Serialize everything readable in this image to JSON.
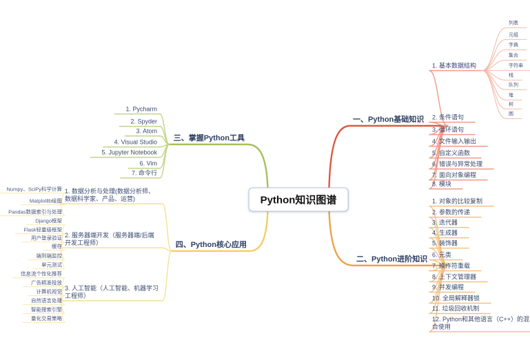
{
  "center": {
    "label": "Python知识图谱"
  },
  "colors": {
    "center_border": "#b6c2d9",
    "text": "#3a4a6c"
  },
  "branches": [
    {
      "id": "b1",
      "label": "一、Python基础知识",
      "color": "#db5a41",
      "mid": "#ee9a86",
      "light": "#f5bcab",
      "children": [
        {
          "label": "1. 基本数据结构",
          "leaves": [
            "列表",
            "元组",
            "字典",
            "集合",
            "字符串",
            "栈",
            "队列",
            "堆",
            "树",
            "图"
          ]
        },
        {
          "label": "2. 条件语句"
        },
        {
          "label": "3. 循环语句"
        },
        {
          "label": "4. 文件输入输出"
        },
        {
          "label": "5. 自定义函数"
        },
        {
          "label": "6. 错误与异常处理"
        },
        {
          "label": "7. 面向对象编程"
        },
        {
          "label": "8. 模块"
        }
      ]
    },
    {
      "id": "b2",
      "label": "二、Python进阶知识",
      "color": "#eca24d",
      "mid": "#f4c184",
      "light": "#f8d9ae",
      "children": [
        {
          "label": "1. 对象的比较复制"
        },
        {
          "label": "2. 参数的传递"
        },
        {
          "label": "3. 迭代器"
        },
        {
          "label": "4. 生成器"
        },
        {
          "label": "5. 装饰器"
        },
        {
          "label": "6. 元类"
        },
        {
          "label": "7. 操作符重载"
        },
        {
          "label": "8. 上下文管理器"
        },
        {
          "label": "9. 并发编程"
        },
        {
          "label": "10. 全局解释器锁"
        },
        {
          "label": "11. 垃圾回收机制"
        },
        {
          "label": "12. Python和其他语言（C++）的混合使用"
        }
      ]
    },
    {
      "id": "b3",
      "label": "三、掌握Python工具",
      "color": "#a6bf5c",
      "mid": "#c3d488",
      "light": "#d8e3ad",
      "children": [
        {
          "label": "1. Pycharm"
        },
        {
          "label": "2. Spyder"
        },
        {
          "label": "3. Atom"
        },
        {
          "label": "4. Visual Studio"
        },
        {
          "label": "5. Jupyter Notebook"
        },
        {
          "label": "6. Vim"
        },
        {
          "label": "7. 命令行"
        }
      ]
    },
    {
      "id": "b4",
      "label": "四、Python核心应用",
      "color": "#f2cf63",
      "mid": "#f6df96",
      "light": "#f9e9b8",
      "children": [
        {
          "label": "1. 数据分析与处理(数据分析师、数据科学家、产品、运营)",
          "leaves": [
            "Numpy、SciPy科学计算",
            "Matplotlib绘图",
            "Pandas数据索引与处理"
          ]
        },
        {
          "label": "2. 服务器端开发（服务器端/后端开发工程师）",
          "leaves": [
            "Django框架",
            "Flask轻量级框架",
            "用户登录验证",
            "缓存",
            "端到端监控",
            "单元测试"
          ]
        },
        {
          "label": "3. 人工智能（人工智能、机器学习工程师）",
          "leaves": [
            "信息流个性化推荐",
            "广告精准投放",
            "计算机视觉",
            "自然语言处理",
            "智能搜索引擎",
            "量化交易策略"
          ]
        }
      ]
    }
  ]
}
